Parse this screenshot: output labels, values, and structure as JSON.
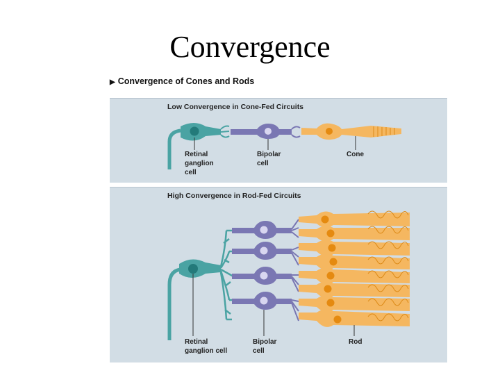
{
  "slide": {
    "title": "Convergence"
  },
  "figure": {
    "header": "Convergence of Cones and Rods",
    "colors": {
      "panel": "#d2dde5",
      "ganglion": "#4aa3a3",
      "ganglion_dark": "#237a7a",
      "bipolar": "#7a77b3",
      "bipolar_light": "#d8d6f0",
      "photoreceptor": "#f5b760",
      "photoreceptor_dark": "#dc8a17",
      "nucleus": "#e58a10"
    },
    "panels": [
      {
        "title": "Low Convergence in Cone-Fed Circuits",
        "labels": {
          "ganglion": "Retinal\nganglion\ncell",
          "bipolar": "Bipolar\ncell",
          "receptor": "Cone"
        }
      },
      {
        "title": "High Convergence in Rod-Fed Circuits",
        "labels": {
          "ganglion": "Retinal\nganglion cell",
          "bipolar": "Bipolar\ncell",
          "receptor": "Rod"
        }
      }
    ]
  }
}
